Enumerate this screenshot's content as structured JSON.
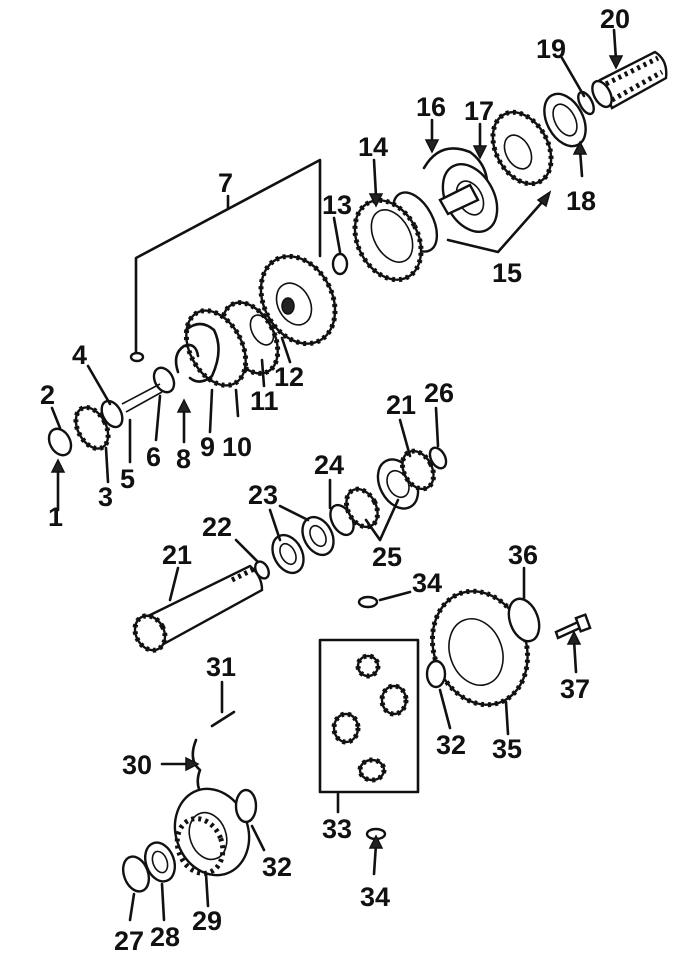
{
  "diagram": {
    "title": "",
    "callouts": [
      {
        "id": "c1",
        "text": "1"
      },
      {
        "id": "c2",
        "text": "2"
      },
      {
        "id": "c3",
        "text": "3"
      },
      {
        "id": "c4",
        "text": "4"
      },
      {
        "id": "c5",
        "text": "5"
      },
      {
        "id": "c6",
        "text": "6"
      },
      {
        "id": "c7",
        "text": "7"
      },
      {
        "id": "c8",
        "text": "8"
      },
      {
        "id": "c9",
        "text": "9"
      },
      {
        "id": "c10",
        "text": "10"
      },
      {
        "id": "c11",
        "text": "11"
      },
      {
        "id": "c12",
        "text": "12"
      },
      {
        "id": "c13",
        "text": "13"
      },
      {
        "id": "c14",
        "text": "14"
      },
      {
        "id": "c15",
        "text": "15"
      },
      {
        "id": "c16",
        "text": "16"
      },
      {
        "id": "c17",
        "text": "17"
      },
      {
        "id": "c18",
        "text": "18"
      },
      {
        "id": "c19",
        "text": "19"
      },
      {
        "id": "c20",
        "text": "20"
      },
      {
        "id": "c21a",
        "text": "21"
      },
      {
        "id": "c21b",
        "text": "21"
      },
      {
        "id": "c22",
        "text": "22"
      },
      {
        "id": "c23",
        "text": "23"
      },
      {
        "id": "c24",
        "text": "24"
      },
      {
        "id": "c25",
        "text": "25"
      },
      {
        "id": "c26",
        "text": "26"
      },
      {
        "id": "c27",
        "text": "27"
      },
      {
        "id": "c28",
        "text": "28"
      },
      {
        "id": "c29",
        "text": "29"
      },
      {
        "id": "c30",
        "text": "30"
      },
      {
        "id": "c31",
        "text": "31"
      },
      {
        "id": "c32a",
        "text": "32"
      },
      {
        "id": "c32b",
        "text": "32"
      },
      {
        "id": "c33",
        "text": "33"
      },
      {
        "id": "c34a",
        "text": "34"
      },
      {
        "id": "c34b",
        "text": "34"
      },
      {
        "id": "c35",
        "text": "35"
      },
      {
        "id": "c36",
        "text": "36"
      },
      {
        "id": "c37",
        "text": "37"
      }
    ]
  }
}
